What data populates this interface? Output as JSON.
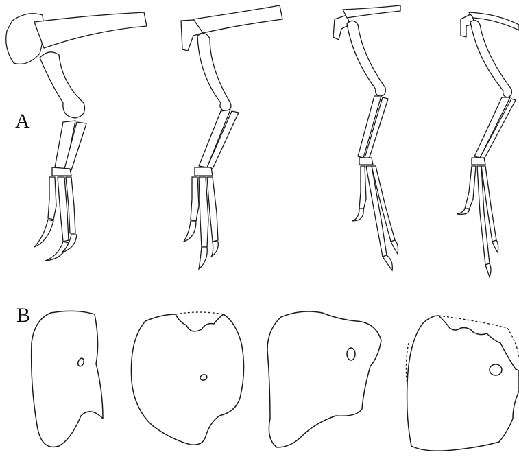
{
  "figure": {
    "panel_labels": [
      "A",
      "B"
    ],
    "panel_a_count": 4,
    "panel_b_count": 4,
    "line_color": "#1a1a1a",
    "background": "#ffffff"
  }
}
